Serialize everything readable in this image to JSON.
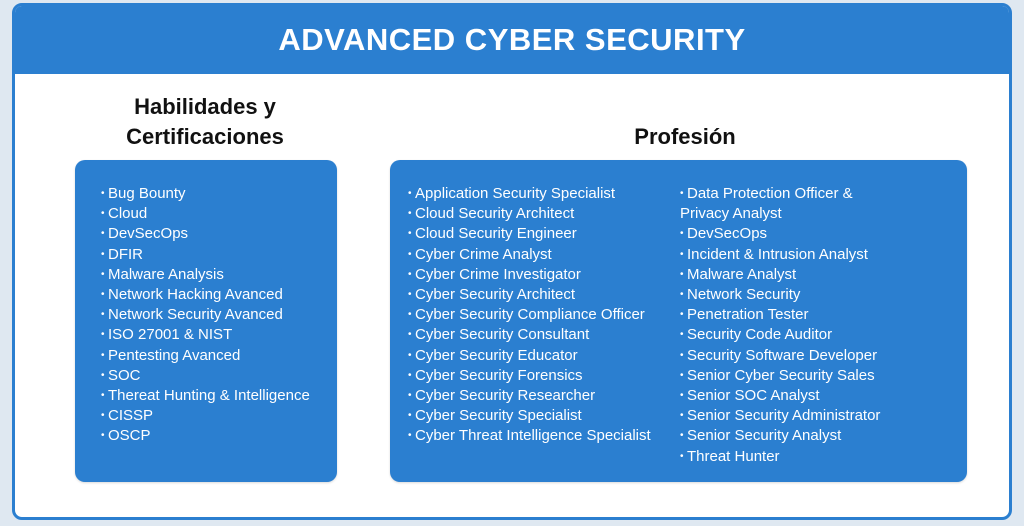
{
  "banner": {
    "title": "ADVANCED CYBER SECURITY"
  },
  "skills": {
    "heading_line1": "Habilidades y",
    "heading_line2": "Certificaciones",
    "items": [
      "Bug Bounty",
      "Cloud",
      "DevSecOps",
      "DFIR",
      "Malware Analysis",
      "Network Hacking Avanced",
      "Network Security Avanced",
      "ISO 27001 & NIST",
      "Pentesting Avanced",
      "SOC",
      "Thereat Hunting & Intelligence",
      "CISSP",
      "OSCP"
    ]
  },
  "profession": {
    "heading": "Profesión",
    "column1": [
      "Application Security Specialist",
      "Cloud Security Architect",
      "Cloud Security Engineer",
      "Cyber Crime Analyst",
      "Cyber Crime Investigator",
      "Cyber Security Architect",
      "Cyber Security Compliance Officer",
      "Cyber Security Consultant",
      "Cyber Security Educator",
      "Cyber Security Forensics",
      "Cyber Security Researcher",
      "Cyber Security Specialist",
      "Cyber Threat Intelligence Specialist"
    ],
    "column2_first_line1": "Data Protection Officer &",
    "column2_first_line2": "Privacy Analyst",
    "column2": [
      "DevSecOps",
      "Incident & Intrusion Analyst",
      "Malware Analyst",
      "Network Security",
      "Penetration Tester",
      "Security Code Auditor",
      "Security Software Developer",
      "Senior Cyber Security Sales",
      "Senior SOC Analyst",
      "Senior Security Administrator",
      "Senior Security Analyst",
      "Threat Hunter"
    ]
  },
  "colors": {
    "accent": "#2b7fd0",
    "text": "#111111"
  }
}
